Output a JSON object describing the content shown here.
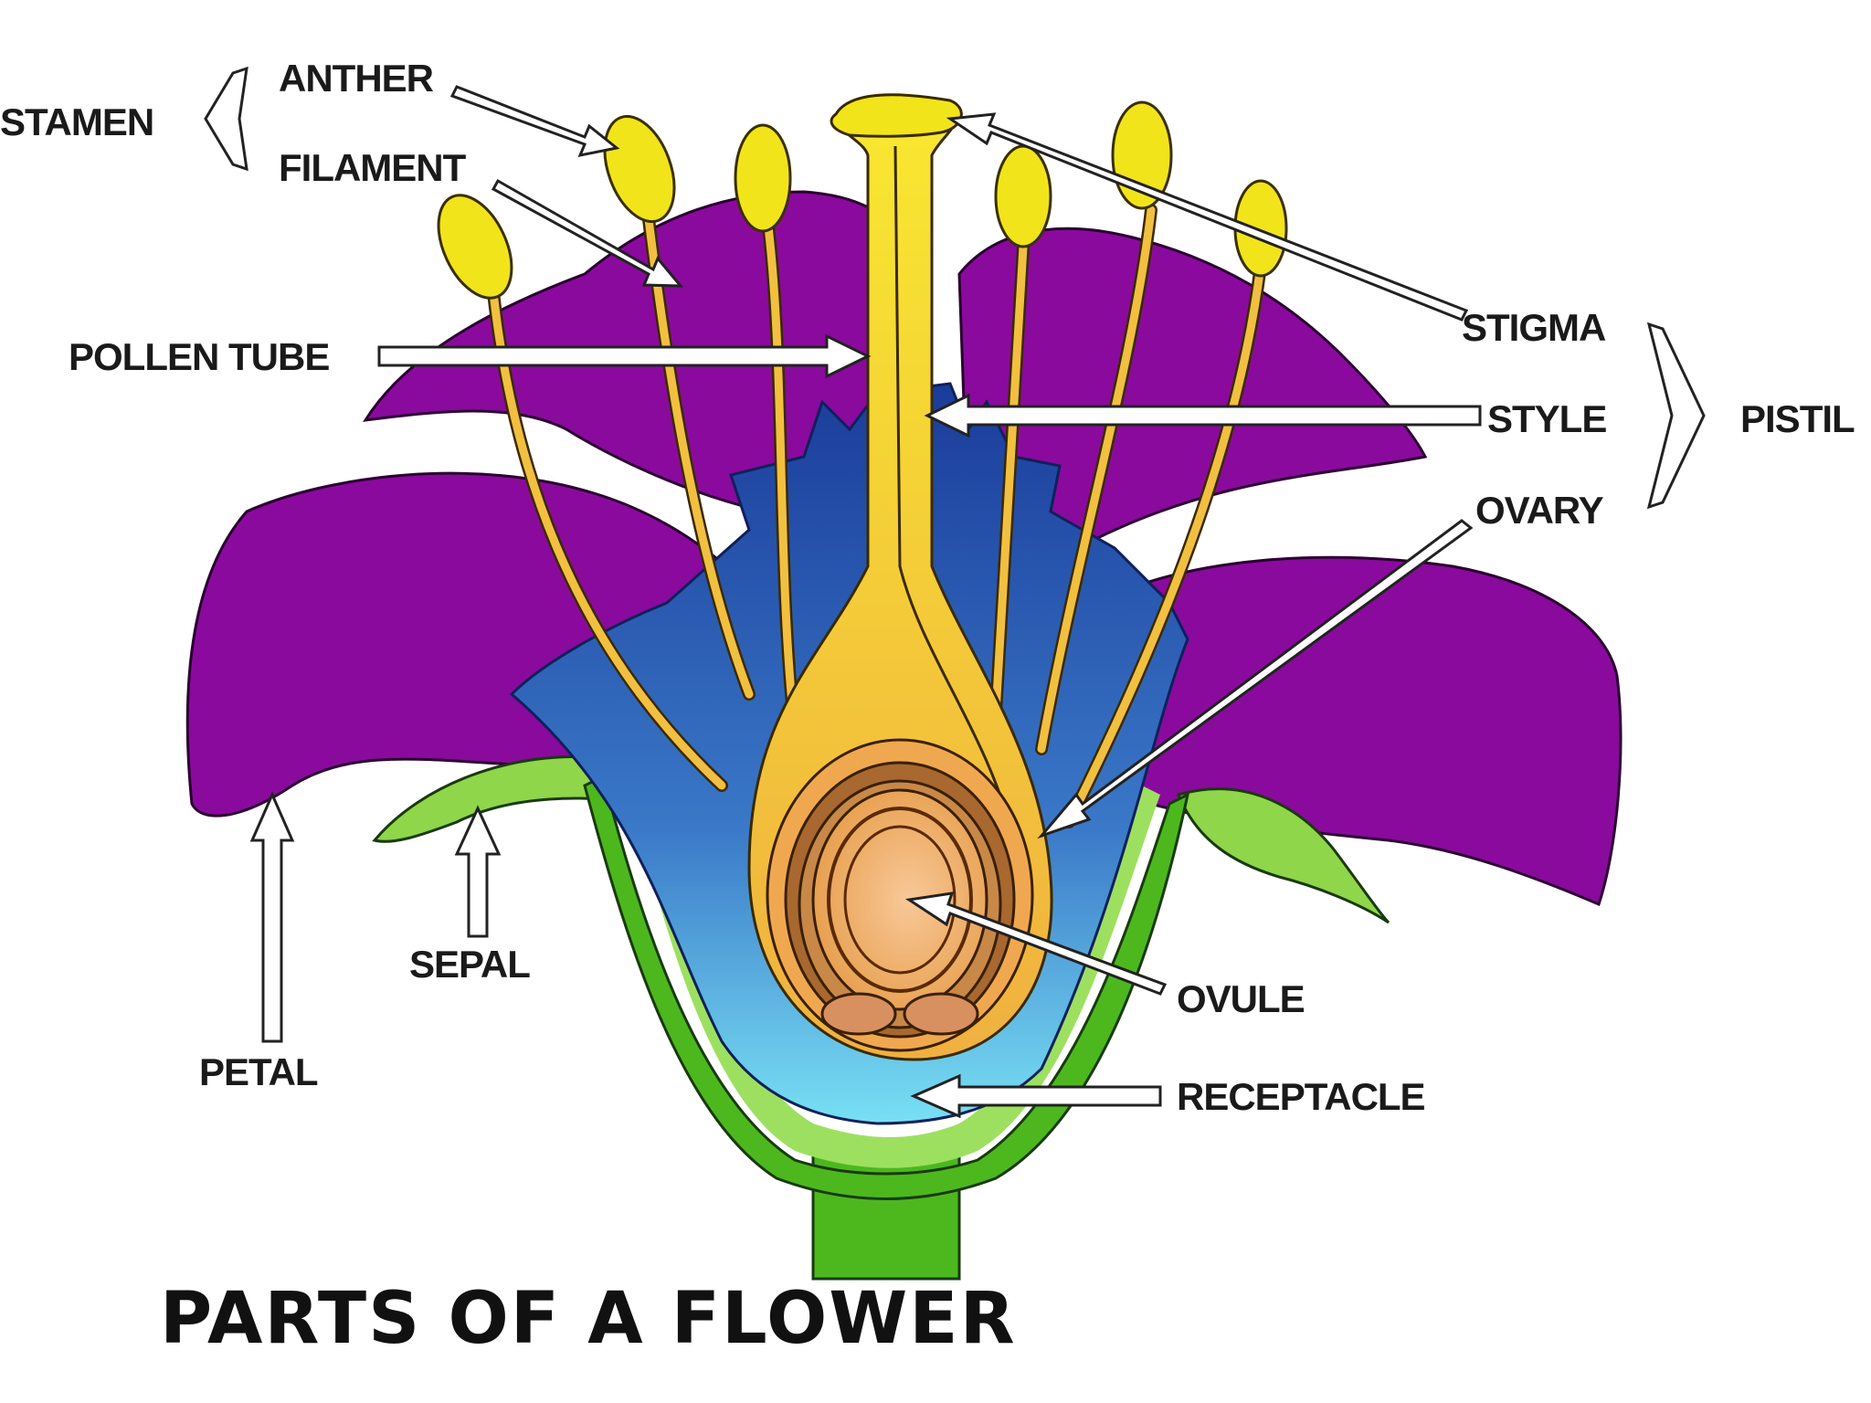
{
  "title": "PARTS OF A FLOWER",
  "labels": {
    "stamen": "STAMEN",
    "anther": "ANTHER",
    "filament": "FILAMENT",
    "pollen_tube": "POLLEN TUBE",
    "stigma": "STIGMA",
    "style": "STYLE",
    "ovary": "OVARY",
    "pistil": "PISTIL",
    "petal": "PETAL",
    "sepal": "SEPAL",
    "ovule": "OVULE",
    "receptacle": "RECEPTACLE"
  },
  "colors": {
    "petal": "#8a0a9e",
    "petal_outline": "#2a0030",
    "sepal": "#8fd64a",
    "receptacle_green": "#4cb81e",
    "inner_blue": "#2a66c0",
    "light_blue": "#6fd8f0",
    "pistil_yellow": "#f5c430",
    "anther_yellow": "#f2e41a",
    "ovary_orange": "#f0a850",
    "ovule_brown": "#8a4a1a"
  }
}
